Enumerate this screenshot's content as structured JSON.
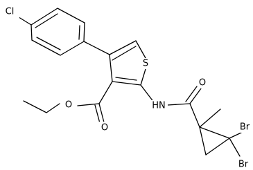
{
  "atoms": {
    "cl": "Cl",
    "s": "S",
    "nh": "HN",
    "o_amide": "O",
    "o_ester": "O",
    "o_carbonyl": "O",
    "br1": "Br",
    "br2": "Br"
  }
}
